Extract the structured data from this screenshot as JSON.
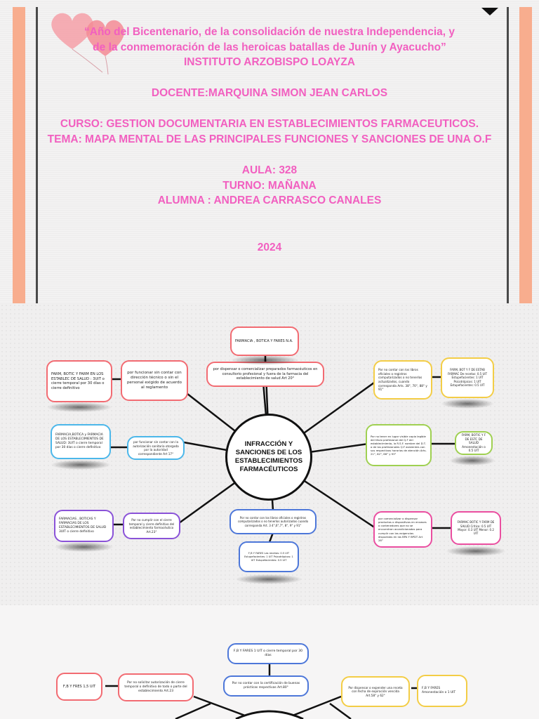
{
  "cover": {
    "line1": "“Año del Bicentenario, de la consolidación de nuestra Independencia, y",
    "line2": "de la conmemoración de las heroicas batallas de Junín y Ayacucho”",
    "institute": "INSTITUTO ARZOBISPO LOAYZA",
    "teacher": "DOCENTE:MARQUINA SIMON JEAN CARLOS",
    "course": "CURSO: GESTION DOCUMENTARIA EN ESTABLECIMIENTOS FARMACEUTICOS.",
    "topic": "TEMA: MAPA MENTAL DE LAS PRINCIPALES FUNCIONES Y SANCIONES DE UNA O.F",
    "classroom": "AULA: 328",
    "shift": "TURNO: MAÑANA",
    "student": "ALUMNA : ANDREA CARRASCO CANALES",
    "year": "2024",
    "colors": {
      "text": "#f25fc0",
      "stripe": "#f8ad8e"
    }
  },
  "map1": {
    "center": "INFRACCIÓN Y SANCIONES DE LOS ESTABLECIMIENTOS FARMACÉUTICOS",
    "top": "FARMACIA , BOTICA Y FARES N.A.",
    "left1_rule": "por funcionar sin contar con dirección técnico o sin el personal exigido de acuerdo al reglamento",
    "left1_sanction": "FARM, BOTIC Y FARM EN LOS ESTABLEC DE SALUD : 3UIT o cierre temporal por 30 días o cierre definitivo",
    "left2_rule": "por funcionar sin contar con la autorización sanitaria otorgada por la autoridad correspondiente Art 17°",
    "left2_sanction": "FARMACIA,BOTICA y FARMACIA DE LOS ESTABLECIMIENTOS DE SALUD: 3UIT o cierre temporal por 30 días o cierre definitivo",
    "left3_rule": "Por no cumplir con el cierre temporal y cierre definitivo del establecimiento farmacéutico Art.23°",
    "left3_sanction": "FARMACIAS , BOTICAS Y FARMACIAS DE LOS ESTABLECIMIENTOS DE SALUD 3UIT o cierre definitivo",
    "upper_center_rule": "por dispensar o comercializar preparados farmacéuticos en consultorio profesional y fuera de la farmacia del establecimiento de salud Art 20°",
    "bottom_rule": "Por no contar con los libros oficiales o registros computarizados o no tenerlos autorizados cuando corresponda Art. 3 4°,6°,7°, 8°, 9° y 91°",
    "bottom_sanction": "F,B Y FARES Las recetas: 0.5 UIT Estupefacientes: 1 UIT Psicotrópicos: 1 UIT Estupefacientes: 0.5 UIT",
    "right1_rule": "Por no contar con los libros oficiales o registros computarizados o no tenerlos actualizados, cuando corresponda Arts. 38°, 70°, 88° y 91°",
    "right1_sanction": "FARM, BOT Y F DE ESTAB FARMAC De recetas: 0.5 UIT Estupefacientes: 1 UIT Psicotrópicos: 1 UIT Estupefacientes: 0.5 UIT",
    "right2_rule": "Por no tener en lugar visible copia legible del título profesional del Q.F del establecimiento, la R.S.F. nombre del D.T. o de los profesionales Q.F asistentes con sus respectivos horarios de atención Arts. 21°, 62°, 66° y 93°",
    "right2_sanction": "FARM, BOTIC Y F DE ESTC DE SALUD Amonestación o 0.5 UIT",
    "right3_rule": "por comercializar o dispensar productos o dispositivos en envases o contenedores que no se encuentran acondicionados para cumplir con las exigencias dispuestas en las BPA Y BPDT Art 28°",
    "right3_sanction": "FARMAC BOTIC Y FARM DE SALUD Crítico: 0.5 UIT Mayor: 0.3 UIT Menor: 0.2 UIT"
  },
  "map2": {
    "top": "F,B Y FARES 1 UIT o cierre temporal por 30 días",
    "upper_center_rule": "Por no contar con la certificación de buenas prácticas respectivas Art.80°",
    "left_rule": "Por no solicitar autorización de cierre temporal o definitivo de todo o parte del establecimiento Art.23",
    "left_sanction": "F,B Y FRES 1,5 UIT",
    "right_rule": "Por dispensar o expender una receta con fecha de expiración vencida Art.58° y 62°",
    "right_sanction": "F,B Y FARES Amonestación o 1 UIT"
  }
}
